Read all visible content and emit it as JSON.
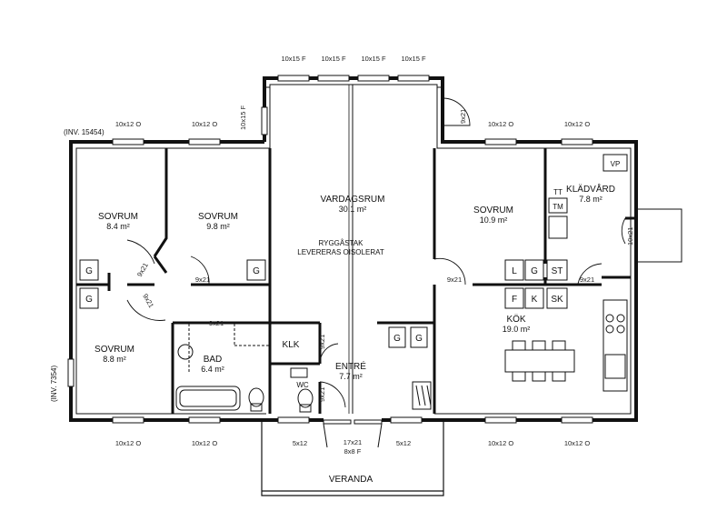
{
  "inventory": {
    "top": "(INV. 15454)",
    "side": "(INV. 7354)"
  },
  "rooms": {
    "sovrum1": {
      "name": "SOVRUM",
      "area": "8.4 m²"
    },
    "sovrum2": {
      "name": "SOVRUM",
      "area": "9.8 m²"
    },
    "sovrum3": {
      "name": "SOVRUM",
      "area": "8.8 m²"
    },
    "sovrum4": {
      "name": "SOVRUM",
      "area": "10.9 m²"
    },
    "vardagsrum": {
      "name": "VARDAGSRUM",
      "area": "30.1 m²"
    },
    "kladvard": {
      "name": "KLÄDVÅRD",
      "area": "7.8 m²"
    },
    "bad": {
      "name": "BAD",
      "area": "6.4 m²"
    },
    "kok": {
      "name": "KÖK",
      "area": "19.0 m²"
    },
    "entre": {
      "name": "ENTRÉ",
      "area": "7.7 m²"
    },
    "klk": {
      "name": "KLK"
    },
    "wc": {
      "name": "WC"
    },
    "veranda": {
      "name": "VERANDA"
    }
  },
  "notes": {
    "line1": "RYGGÅSTAK",
    "line2": "LEVERERAS OISOLERAT"
  },
  "windows": {
    "w1012": "10x12 O",
    "w1015": "10x15 F",
    "w1015v": "10x15 F",
    "w5x12": "5x12",
    "door_1": "17x21",
    "door_2": "8x8 F",
    "door_9x21": "9x21",
    "door_10x21": "10x21"
  },
  "fixtures": {
    "g": "G",
    "l": "L",
    "st": "ST",
    "f": "F",
    "k": "K",
    "sk": "SK",
    "vp": "VP",
    "tt": "TT",
    "tm": "TM"
  }
}
